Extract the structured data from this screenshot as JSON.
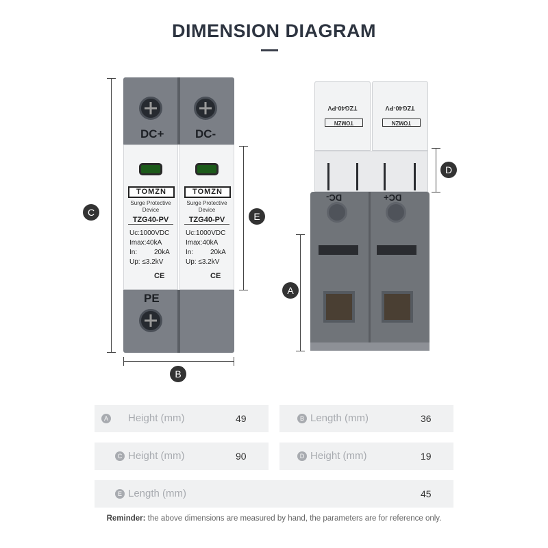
{
  "title": "DIMENSION DIAGRAM",
  "badges": {
    "a": "A",
    "b": "B",
    "c": "C",
    "d": "D",
    "e": "E"
  },
  "left_device": {
    "terminal_top_left": "DC+",
    "terminal_top_right": "DC-",
    "terminal_bottom": "PE",
    "modules": [
      {
        "brand": "TOMZN",
        "desc1": "Surge Protective",
        "desc2": "Device",
        "model": "TZG40-PV",
        "uc": "Uc:1000VDC",
        "imax": "Imax:40kA",
        "in_label": "In:",
        "in_val": "20kA",
        "up": "Up: ≤3.2kV",
        "ce": "CE"
      },
      {
        "brand": "TOMZN",
        "desc1": "Surge Protective",
        "desc2": "Device",
        "model": "TZG40-PV",
        "uc": "Uc:1000VDC",
        "imax": "Imax:40kA",
        "in_label": "In:",
        "in_val": "20kA",
        "up": "Up: ≤3.2kV",
        "ce": "CE"
      }
    ]
  },
  "right_device": {
    "terminal_left": "DC-",
    "terminal_right": "DC+",
    "module_brand": "TOMZN",
    "module_model": "TZG40-PV"
  },
  "table": [
    {
      "badge": "A",
      "label": "Height (mm)",
      "value": "49"
    },
    {
      "badge": "B",
      "label": "Length (mm)",
      "value": "36"
    },
    {
      "badge": "C",
      "label": "Height (mm)",
      "value": "90"
    },
    {
      "badge": "D",
      "label": "Height (mm)",
      "value": "19"
    },
    {
      "badge": "E",
      "label": "Length (mm)",
      "value": "45"
    }
  ],
  "reminder": {
    "lead": "Reminder:",
    "text": " the above dimensions are measured by hand, the parameters are for reference only."
  },
  "colors": {
    "housing_grey": "#7b7f86",
    "module_white": "#f3f4f5",
    "badge": "#333333",
    "led_green": "#1c5a1a"
  }
}
